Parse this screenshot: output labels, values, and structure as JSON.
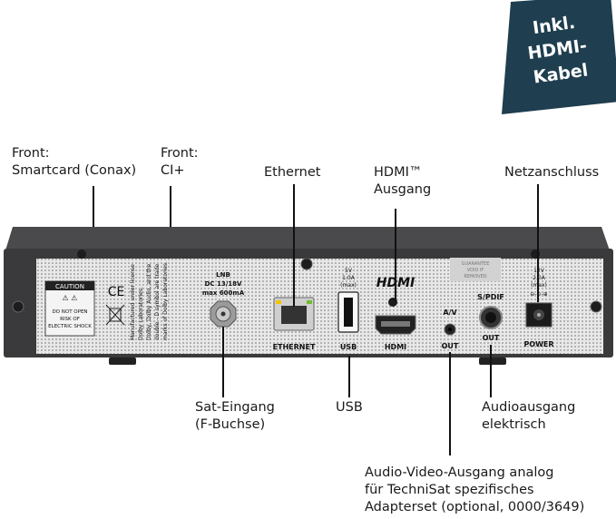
{
  "badge": {
    "lines": [
      "Inkl.",
      "HDMI-",
      "Kabel"
    ],
    "color": "#1f3e4f"
  },
  "callouts": {
    "front_smartcard": [
      "Front:",
      "Smartcard (Conax)"
    ],
    "front_ci": [
      "Front:",
      "CI+"
    ],
    "ethernet": "Ethernet",
    "hdmi": [
      "HDMI™",
      "Ausgang"
    ],
    "power": "Netzanschluss",
    "sat": [
      "Sat-Eingang",
      "(F-Buchse)"
    ],
    "usb": "USB",
    "audio": [
      "Audioausgang",
      "elektrisch"
    ],
    "av": [
      "Audio-Video-Ausgang analog",
      "für TechniSat spezifisches",
      "Adapterset (optional, 0000/3649)"
    ]
  },
  "panel": {
    "caution_title": "CAUTION",
    "caution_text": [
      "DO NOT OPEN",
      "RISK OF",
      "ELECTRIC SHOCK"
    ],
    "ce_mark": "CE",
    "license_text": [
      "Manufactured under license",
      "Dolby Laboratories.",
      "Dolby, Dolby Audio, and the",
      "double - D symbol are trade",
      "marks of Dolby Laboratories."
    ],
    "lnb": [
      "LNB",
      "DC 13/18V",
      "max 600mA"
    ],
    "ethernet_label": "ETHERNET",
    "usb_spec": [
      "5V",
      "1.0A",
      "(max)"
    ],
    "usb_label": "USB",
    "hdmi_logo": "HDMI",
    "hdmi_label": "HDMI",
    "warranty": [
      "GUARANTEE",
      "VOID IF",
      "REMOVED"
    ],
    "av_label": "A/V",
    "av_out": "OUT",
    "spdif_label": "S/PDIF",
    "spdif_out": "OUT",
    "power_spec": [
      "12V",
      "2.0A",
      "(max)"
    ],
    "power_label": "POWER"
  },
  "colors": {
    "device_body": "#3a3a3c",
    "panel": "#e6e6e6",
    "dots": "#9a9a9a"
  }
}
